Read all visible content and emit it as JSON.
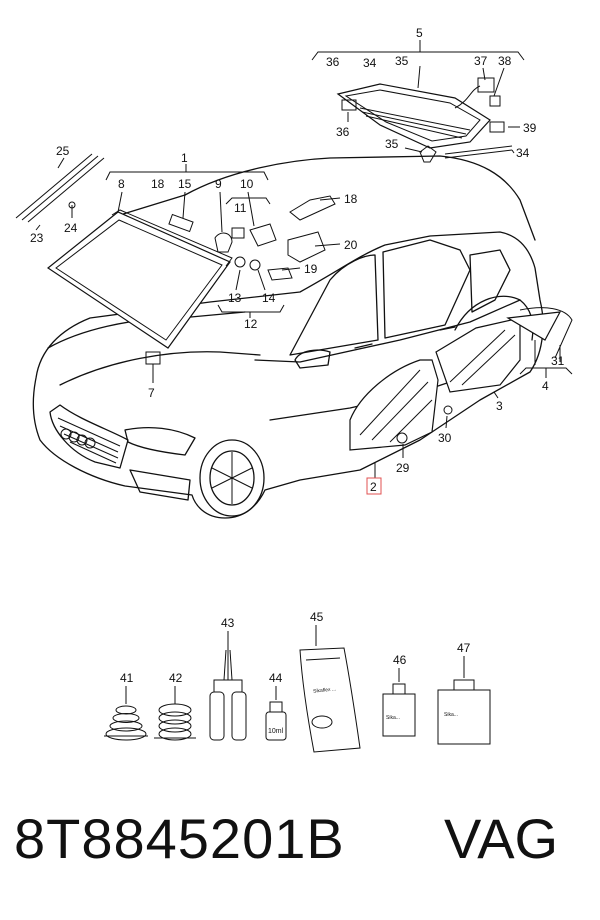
{
  "diagram": {
    "part_number": "8T8845201B",
    "brand": "VAG",
    "callouts": {
      "c1": "1",
      "c2": "2",
      "c3": "3",
      "c4": "4",
      "c5": "5",
      "c7": "7",
      "c8": "8",
      "c9": "9",
      "c10": "10",
      "c11": "11",
      "c12": "12",
      "c13": "13",
      "c14": "14",
      "c15": "15",
      "c18a": "18",
      "c18b": "18",
      "c19": "19",
      "c20": "20",
      "c23": "23",
      "c24": "24",
      "c25": "25",
      "c29": "29",
      "c30": "30",
      "c31": "31",
      "c34a": "34",
      "c34b": "34",
      "c35a": "35",
      "c35b": "35",
      "c36a": "36",
      "c36b": "36",
      "c37": "37",
      "c38": "38",
      "c39": "39",
      "c41": "41",
      "c42": "42",
      "c43": "43",
      "c44": "44",
      "c45": "45",
      "c46": "46",
      "c47": "47"
    },
    "product_labels": {
      "bottle_44": "10ml",
      "bag_45": "Sikaflex ...",
      "bottle_46": "Sika...",
      "bottle_47": "Sika..."
    },
    "highlight_color": "#e05050"
  }
}
